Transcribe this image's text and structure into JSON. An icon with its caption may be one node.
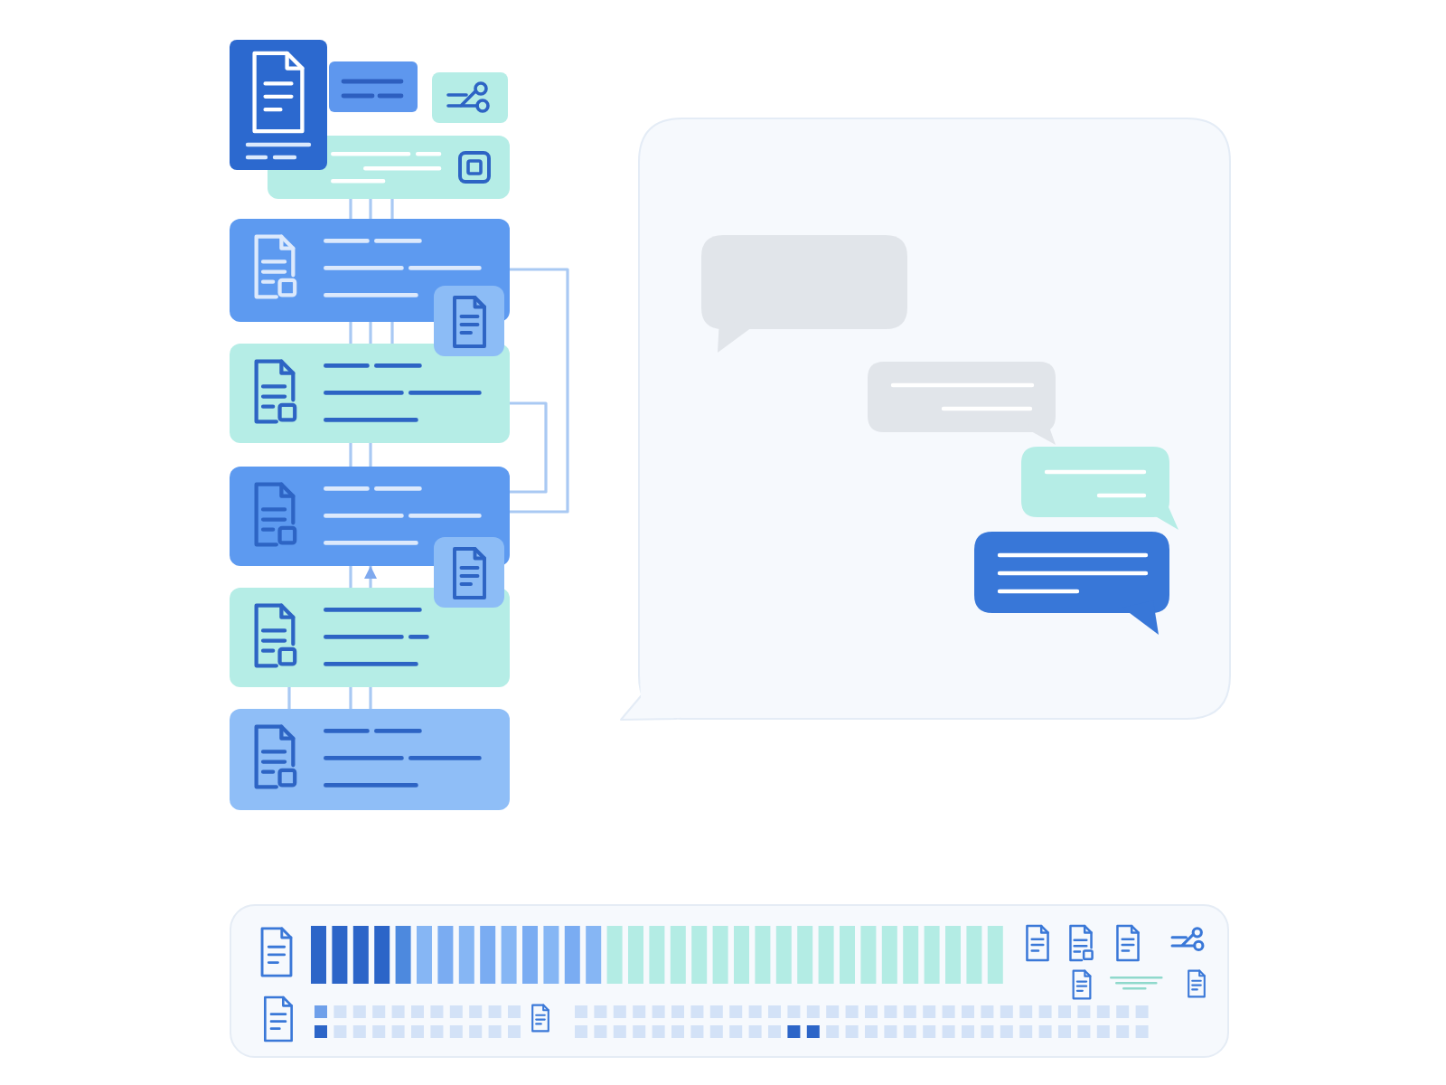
{
  "diagram": {
    "nodes": [
      {
        "text": [],
        "shape": "box"
      },
      {
        "text": [],
        "shape": "box"
      },
      {
        "text": [],
        "shape": "box"
      },
      {
        "text": [],
        "shape": "box"
      },
      {
        "text": [],
        "shape": "box"
      },
      {
        "text": [],
        "shape": "box"
      }
    ],
    "edges": [
      {
        "from": 0,
        "to": 1,
        "arrow": "none"
      },
      {
        "from": 0,
        "to": 1,
        "arrow": "none"
      },
      {
        "from": 0,
        "to": 1,
        "arrow": "none"
      },
      {
        "from": 1,
        "to": 2,
        "arrow": "none"
      },
      {
        "from": 1,
        "to": 2,
        "arrow": "none"
      },
      {
        "from": 1,
        "to": 2,
        "arrow": "none"
      },
      {
        "from": 2,
        "to": 3,
        "arrow": "none"
      },
      {
        "from": 2,
        "to": 3,
        "arrow": "none"
      },
      {
        "from": 3,
        "to": 4,
        "arrow": "none"
      },
      {
        "from": 4,
        "to": 3,
        "arrow": "to"
      },
      {
        "from": 4,
        "to": 5,
        "arrow": "none"
      },
      {
        "from": 4,
        "to": 5,
        "arrow": "none"
      },
      {
        "from": 4,
        "to": 5,
        "arrow": "none"
      },
      {
        "from": 1,
        "to": 3,
        "arrow": "none"
      },
      {
        "from": 2,
        "to": 3,
        "arrow": "none"
      }
    ]
  }
}
